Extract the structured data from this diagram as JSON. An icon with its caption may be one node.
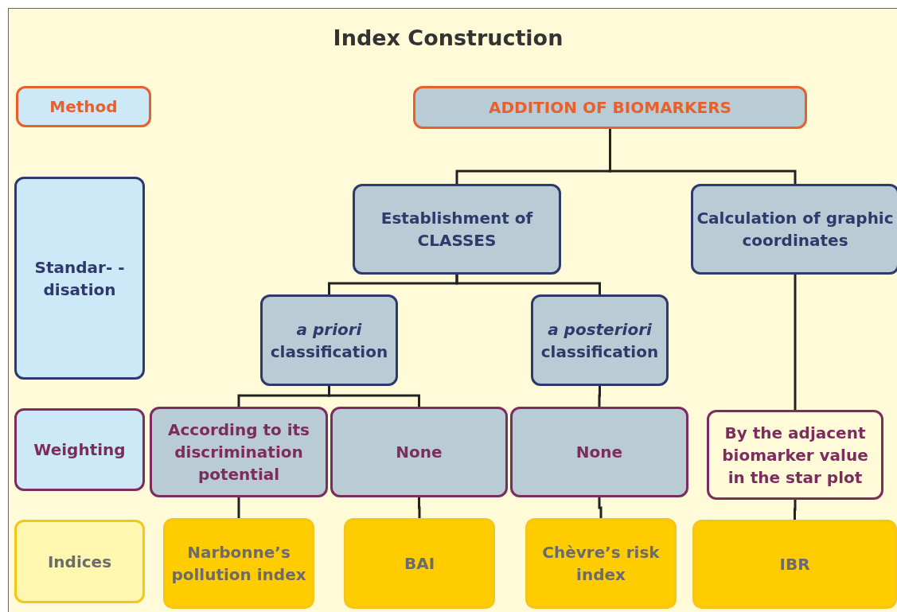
{
  "diagram": {
    "title": "Index Construction",
    "nodes": [
      {
        "text": [
          "Method"
        ]
      },
      {
        "text": [
          "ADDITION OF BIOMARKERS"
        ]
      },
      {
        "text": [
          "Standar- -disation"
        ]
      },
      {
        "text": [
          "Establishment of CLASSES"
        ]
      },
      {
        "text": [
          "Calculation of graphic coordinates"
        ]
      },
      {
        "text": [
          "*a priori* classification"
        ]
      },
      {
        "text": [
          "*a posteriori* classification"
        ]
      },
      {
        "text": [
          "Weighting"
        ]
      },
      {
        "text": [
          "According to its discrimination potential"
        ]
      },
      {
        "text": [
          "None"
        ]
      },
      {
        "text": [
          "None"
        ]
      },
      {
        "text": [
          "By the adjacent biomarker value in the star plot"
        ]
      },
      {
        "text": [
          "Indices"
        ]
      },
      {
        "text": [
          "Narbonne’s pollution index"
        ]
      },
      {
        "text": [
          "BAI"
        ]
      },
      {
        "text": [
          "Chèvre’s risk index"
        ]
      },
      {
        "text": [
          "IBR"
        ]
      }
    ],
    "edges": [
      {
        "from": 1,
        "to": 3,
        "arrow": "none"
      },
      {
        "from": 1,
        "to": 4,
        "arrow": "none"
      },
      {
        "from": 3,
        "to": 5,
        "arrow": "none"
      },
      {
        "from": 3,
        "to": 6,
        "arrow": "none"
      },
      {
        "from": 5,
        "to": 8,
        "arrow": "none"
      },
      {
        "from": 5,
        "to": 9,
        "arrow": "none"
      },
      {
        "from": 6,
        "to": 10,
        "arrow": "none"
      },
      {
        "from": 4,
        "to": 11,
        "arrow": "none"
      },
      {
        "from": 8,
        "to": 13,
        "arrow": "none"
      },
      {
        "from": 9,
        "to": 14,
        "arrow": "none"
      },
      {
        "from": 10,
        "to": 15,
        "arrow": "none"
      },
      {
        "from": 11,
        "to": 16,
        "arrow": "none"
      }
    ]
  }
}
